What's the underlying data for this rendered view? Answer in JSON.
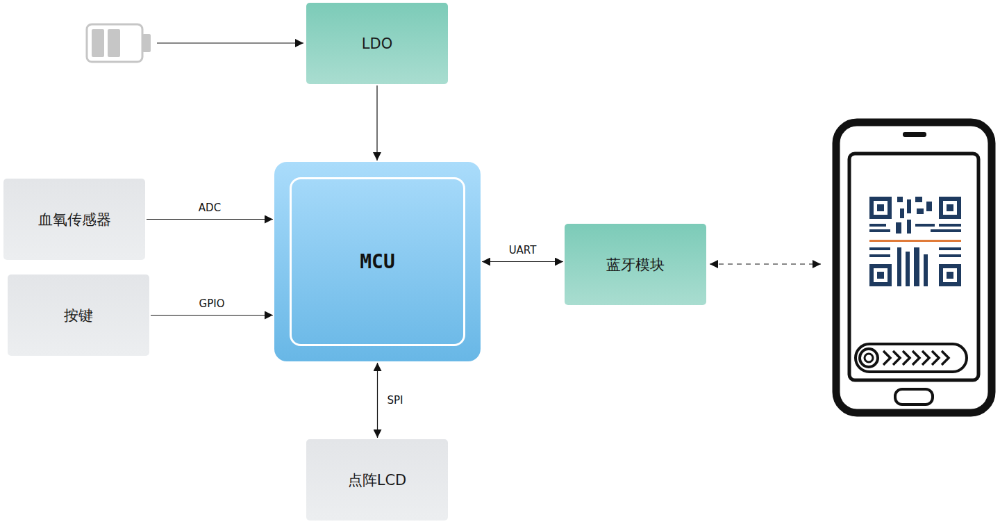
{
  "diagram": {
    "nodes": [
      {
        "text": [
          "LDO"
        ]
      },
      {
        "text": [
          "血氧传感器"
        ]
      },
      {
        "text": [
          "按键"
        ]
      },
      {
        "text": [
          "MCU"
        ]
      },
      {
        "text": [
          "蓝牙模块"
        ]
      },
      {
        "text": [
          "点阵LCD"
        ]
      }
    ],
    "edges": [
      {
        "from": 0,
        "to": 3,
        "arrow": "to"
      },
      {
        "from": 1,
        "to": 3,
        "label": "ADC",
        "arrow": "to"
      },
      {
        "from": 2,
        "to": 3,
        "label": "GPIO",
        "arrow": "to"
      },
      {
        "from": 3,
        "to": 4,
        "label": "UART",
        "arrow": "both"
      },
      {
        "from": 3,
        "to": 5,
        "label": "SPI",
        "arrow": "both"
      }
    ]
  }
}
